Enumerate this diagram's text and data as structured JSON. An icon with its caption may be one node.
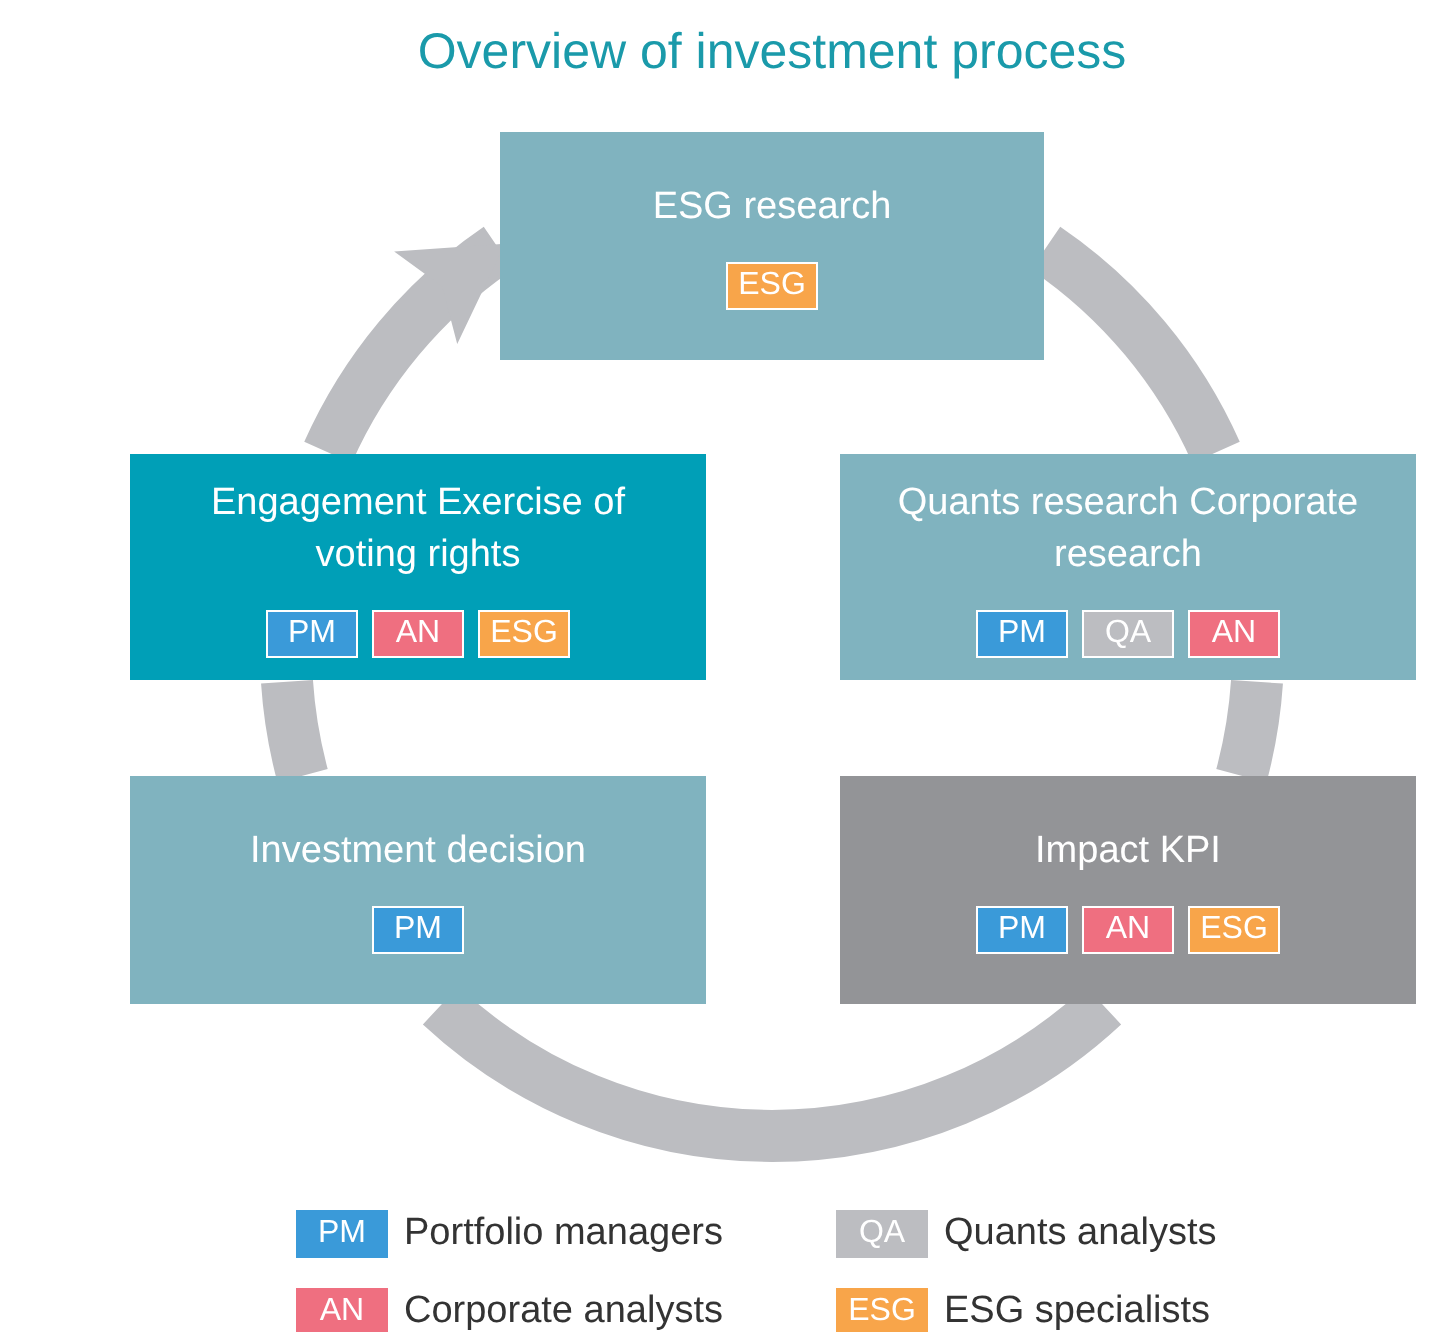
{
  "diagram": {
    "title": "Overview of investment process",
    "nodes": [
      {
        "text": [
          "ESG research"
        ]
      },
      {
        "text": [
          "ESG"
        ],
        "in": 0
      },
      {
        "text": [
          "Engagement Exercise of voting rights"
        ]
      },
      {
        "text": [
          "PM"
        ],
        "in": 2
      },
      {
        "text": [
          "AN"
        ],
        "in": 2
      },
      {
        "text": [
          "ESG"
        ],
        "in": 2
      },
      {
        "text": [
          "Quants research Corporate research"
        ]
      },
      {
        "text": [
          "PM"
        ],
        "in": 6
      },
      {
        "text": [
          "QA"
        ],
        "in": 6
      },
      {
        "text": [
          "AN"
        ],
        "in": 6
      },
      {
        "text": [
          "Investment decision"
        ]
      },
      {
        "text": [
          "PM"
        ],
        "in": 10
      },
      {
        "text": [
          "Impact KPI"
        ]
      },
      {
        "text": [
          "PM"
        ],
        "in": 12
      },
      {
        "text": [
          "AN"
        ],
        "in": 12
      },
      {
        "text": [
          "ESG"
        ],
        "in": 12
      }
    ],
    "edges": [
      {
        "from": 2,
        "to": 0,
        "arrow": "to"
      },
      {
        "from": 0,
        "to": 6,
        "arrow": "none"
      },
      {
        "from": 6,
        "to": 12,
        "arrow": "none"
      },
      {
        "from": 12,
        "to": 10,
        "arrow": "none"
      },
      {
        "from": 10,
        "to": 2,
        "arrow": "none"
      }
    ],
    "labels": [
      "PM",
      "QA",
      "AN",
      "ESG"
    ],
    "legend": [
      {
        "text": "Portfolio managers",
        "color": "#3a9ad9"
      },
      {
        "text": "Quants analysts",
        "color": "#bcbdc1"
      },
      {
        "text": "Corporate analysts",
        "color": "#ef6f80"
      },
      {
        "text": "ESG specialists",
        "color": "#f8a54a"
      }
    ]
  }
}
